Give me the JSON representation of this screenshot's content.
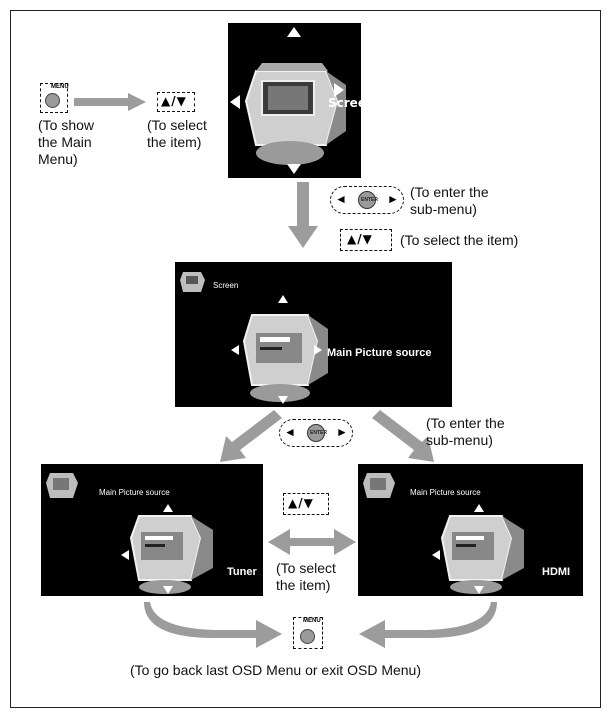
{
  "menu_button_text": "MENU",
  "enter_button_text": "ENTER",
  "arrow_up_down_text": "▲/▼",
  "arrow_left_symbol": "◄",
  "arrow_right_symbol": "►",
  "captions": {
    "show_main_menu": "(To show\nthe Main\nMenu)",
    "select_item_top": "(To select\nthe item)",
    "enter_submenu_1": "(To enter the\nsub-menu)",
    "select_item_mid": "(To select the item)",
    "enter_submenu_2": "(To enter the\nsub-menu)",
    "select_item_bottom": "(To select\nthe item)",
    "go_back": "(To go back last OSD Menu or exit OSD Menu)"
  },
  "screens": {
    "main_menu": {
      "center_label": "Screen"
    },
    "submenu": {
      "corner_label": "Screen",
      "center_label": "Main Picture source"
    },
    "tuner": {
      "corner_label": "Main Picture source",
      "center_label": "Tuner"
    },
    "hdmi": {
      "corner_label": "Main Picture source",
      "center_label": "HDMI"
    }
  },
  "colors": {
    "arrow_gray": "#9c9c9c",
    "screen_bg": "#000000",
    "screen_text": "#ffffff"
  }
}
